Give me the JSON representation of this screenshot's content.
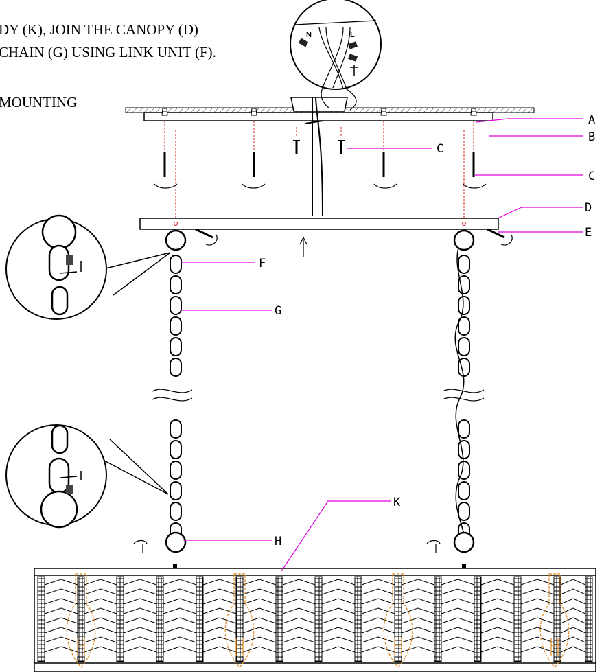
{
  "instructions": {
    "line1": "DY (K), JOIN THE CANOPY (D)",
    "line2": "CHAIN (G) USING LINK UNIT (F).",
    "line3": "MOUNTING"
  },
  "wiring": {
    "neutral": "N",
    "live": "L"
  },
  "callouts": {
    "A": "A",
    "B": "B",
    "C_upper": "C",
    "C_lower": "C",
    "D": "D",
    "E": "E",
    "F": "F",
    "G": "G",
    "H": "H",
    "K": "K"
  },
  "colors": {
    "leader": "#e000e0",
    "wire": "#d02020",
    "bulb": "#e08a20",
    "line": "#000000"
  }
}
